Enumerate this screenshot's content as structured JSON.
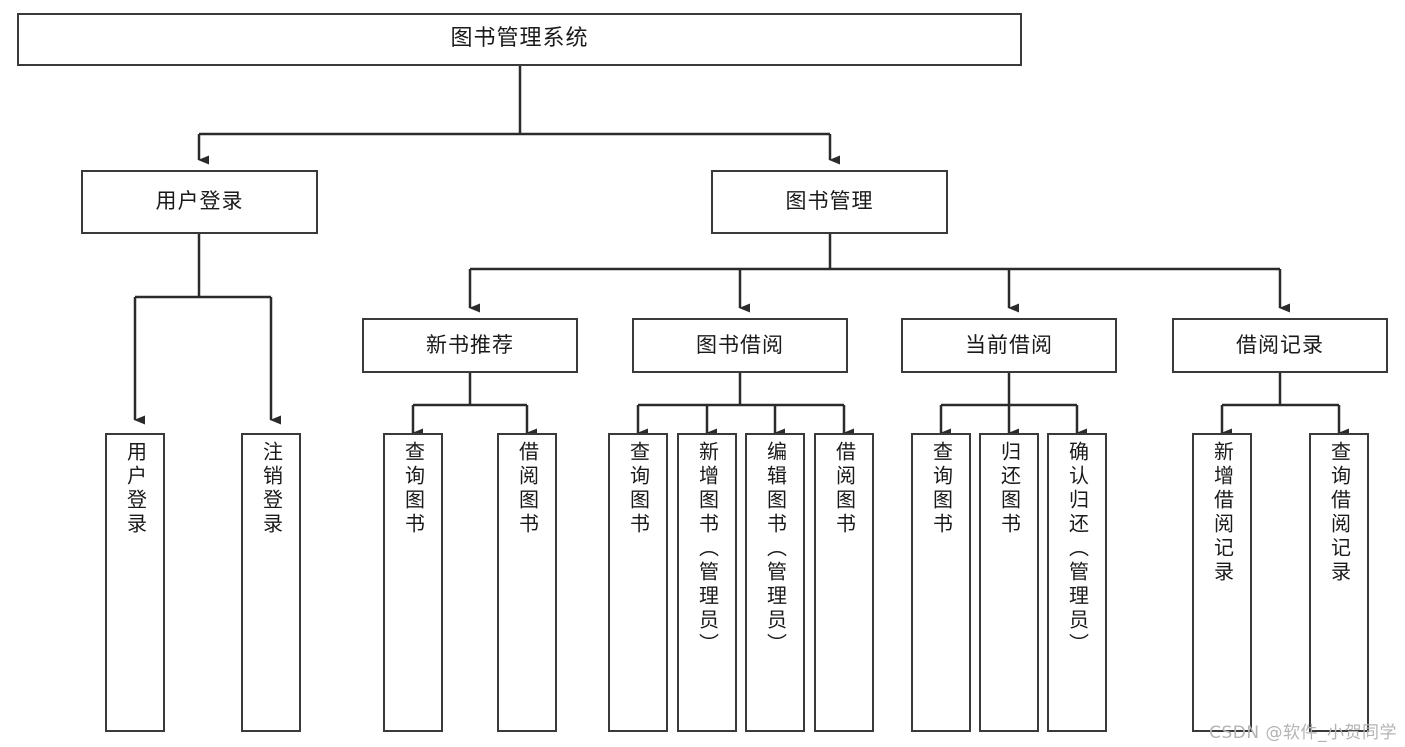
{
  "diagram": {
    "title": "图书管理系统",
    "type": "tree-hierarchy",
    "orientation": "top-down",
    "colors": {
      "box_border": "#3a3a3a",
      "box_fill": "#ffffff",
      "edge": "#2b2b2b",
      "text": "#1a1a1a",
      "watermark": "#b4b4b4",
      "background": "#ffffff"
    }
  },
  "root": {
    "label": "图书管理系统"
  },
  "level2": [
    {
      "label": "用户登录"
    },
    {
      "label": "图书管理"
    }
  ],
  "level3": [
    {
      "label": "新书推荐"
    },
    {
      "label": "图书借阅"
    },
    {
      "label": "当前借阅"
    },
    {
      "label": "借阅记录"
    }
  ],
  "leaves": {
    "user_login": [
      {
        "label": "用户登录"
      },
      {
        "label": "注销登录"
      }
    ],
    "new_book_recommend": [
      {
        "label": "查询图书"
      },
      {
        "label": "借阅图书"
      }
    ],
    "book_borrow": [
      {
        "label": "查询图书"
      },
      {
        "label": "新增图书（管理员）"
      },
      {
        "label": "编辑图书（管理员）"
      },
      {
        "label": "借阅图书"
      }
    ],
    "current_borrow": [
      {
        "label": "查询图书"
      },
      {
        "label": "归还图书"
      },
      {
        "label": "确认归还（管理员）"
      }
    ],
    "borrow_record": [
      {
        "label": "新增借阅记录"
      },
      {
        "label": "查询借阅记录"
      }
    ]
  },
  "watermark": {
    "text": "CSDN @软件_小贺同学"
  }
}
